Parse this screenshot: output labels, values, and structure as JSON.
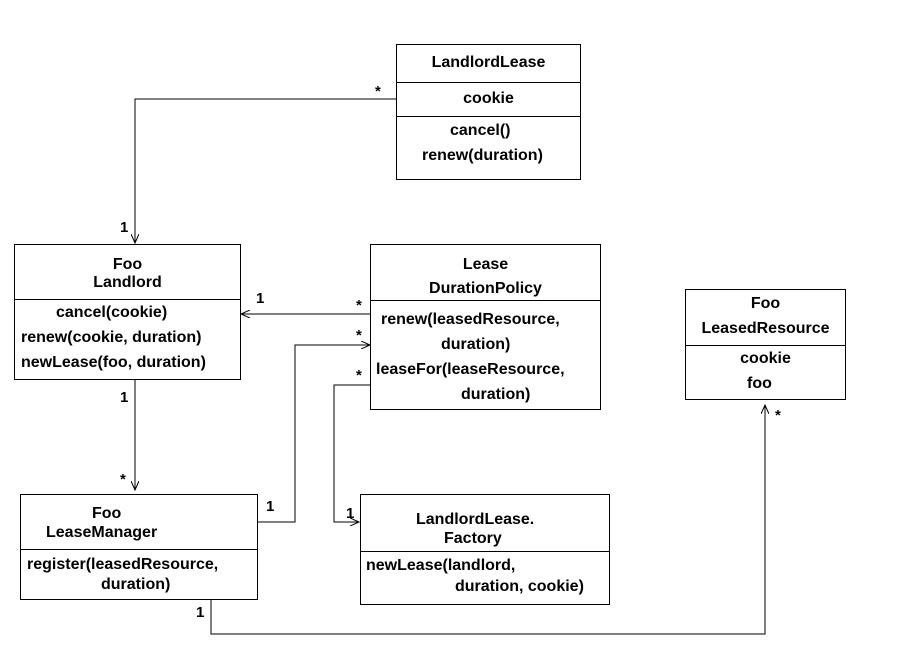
{
  "classes": {
    "landlord_lease": {
      "name": "LandlordLease",
      "attributes": [
        "cookie"
      ],
      "methods": [
        "cancel()",
        "renew(duration)"
      ]
    },
    "foo_landlord": {
      "name_lines": [
        "Foo",
        "Landlord"
      ],
      "methods": [
        "cancel(cookie)",
        "renew(cookie, duration)",
        "newLease(foo, duration)"
      ]
    },
    "lease_duration_policy": {
      "name_lines": [
        "Lease",
        "DurationPolicy"
      ],
      "methods": [
        "renew(leasedResource,",
        "duration)",
        "leaseFor(leaseResource,",
        "duration)"
      ]
    },
    "foo_leased_resource": {
      "name_lines": [
        "Foo",
        "LeasedResource"
      ],
      "attributes": [
        "cookie",
        "foo"
      ]
    },
    "foo_lease_manager": {
      "name_lines": [
        "Foo",
        "LeaseManager"
      ],
      "methods": [
        "register(leasedResource,",
        "duration)"
      ]
    },
    "landlord_lease_factory": {
      "name_lines": [
        "LandlordLease.",
        "Factory"
      ],
      "methods": [
        "newLease(landlord,",
        "duration, cookie)"
      ]
    }
  },
  "multiplicities": {
    "lease_landlord_star": "*",
    "lease_landlord_one": "1",
    "policy_landlord_one": "1",
    "policy_landlord_star": "*",
    "policy_manager_star": "*",
    "policy_factory_star": "*",
    "landlord_manager_one": "1",
    "landlord_manager_star": "*",
    "manager_policy_one": "1",
    "factory_policy_one": "1",
    "manager_resource_one": "1",
    "manager_resource_star": "*"
  }
}
